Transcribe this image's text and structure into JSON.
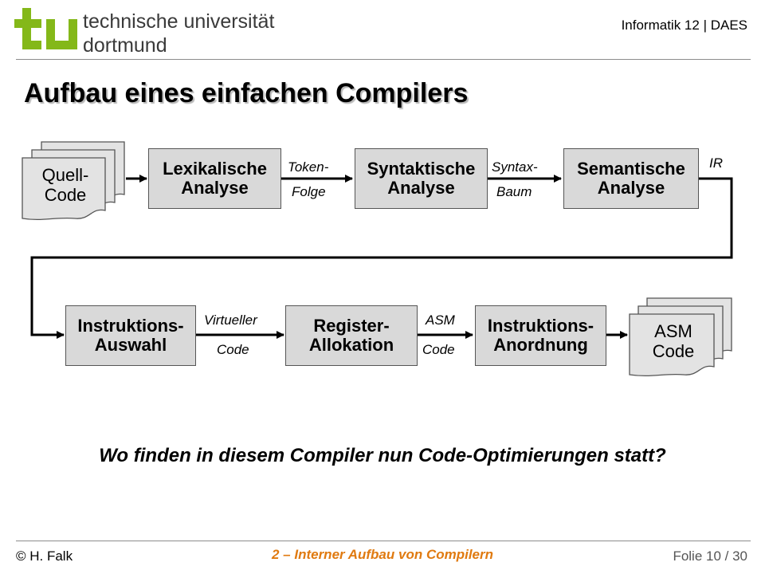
{
  "header": {
    "logo_icon": "tu-logo-icon",
    "logo_color": "#84b819",
    "university_line1": "technische universität",
    "university_line2": "dortmund",
    "institute": "Informatik 12 | DAES"
  },
  "slide": {
    "title": "Aufbau eines einfachen Compilers",
    "question": "Wo finden in diesem Compiler nun Code-Optimierungen statt?"
  },
  "diagram": {
    "source_doc": {
      "line1": "Quell-",
      "line2": "Code"
    },
    "output_doc": {
      "line1": "ASM",
      "line2": "Code"
    },
    "stages": [
      {
        "line1": "Lexikalische",
        "line2": "Analyse"
      },
      {
        "line1": "Syntaktische",
        "line2": "Analyse"
      },
      {
        "line1": "Semantische",
        "line2": "Analyse"
      },
      {
        "line1": "Instruktions-",
        "line2": "Auswahl"
      },
      {
        "line1": "Register-",
        "line2": "Allokation"
      },
      {
        "line1": "Instruktions-",
        "line2": "Anordnung"
      }
    ],
    "edge_labels": {
      "token_1": "Token-",
      "token_2": "Folge",
      "syntax_1": "Syntax-",
      "syntax_2": "Baum",
      "ir": "IR",
      "virt_1": "Virtueller",
      "virt_2": "Code",
      "asm_1": "ASM",
      "asm_2": "Code"
    },
    "box_fill": "#d9d9d9"
  },
  "footer": {
    "author": "© H. Falk",
    "chapter": "2 – Interner Aufbau von Compilern",
    "slide_number": "Folie 10 / 30",
    "chapter_color": "#e07a10"
  }
}
